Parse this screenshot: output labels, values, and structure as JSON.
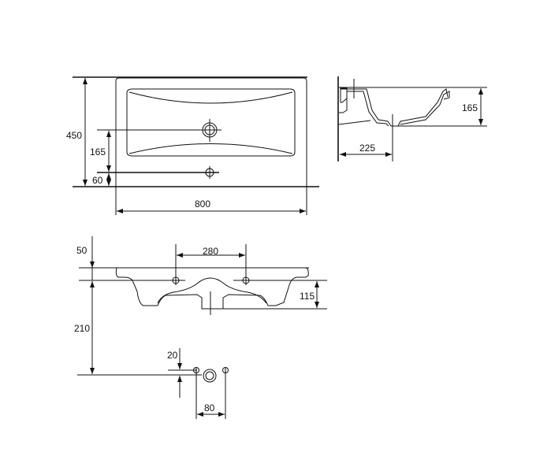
{
  "drawing": {
    "top_view": {
      "width": "800",
      "depth": "450",
      "drain_offset": "165",
      "tap_offset": "60"
    },
    "side_view": {
      "height": "165",
      "drain_distance": "225"
    },
    "front_view": {
      "hole_spacing": "280",
      "rim_height": "50",
      "bowl_depth": "115",
      "outlet_height": "210",
      "tap_rise": "20",
      "tap_spacing": "80"
    }
  }
}
